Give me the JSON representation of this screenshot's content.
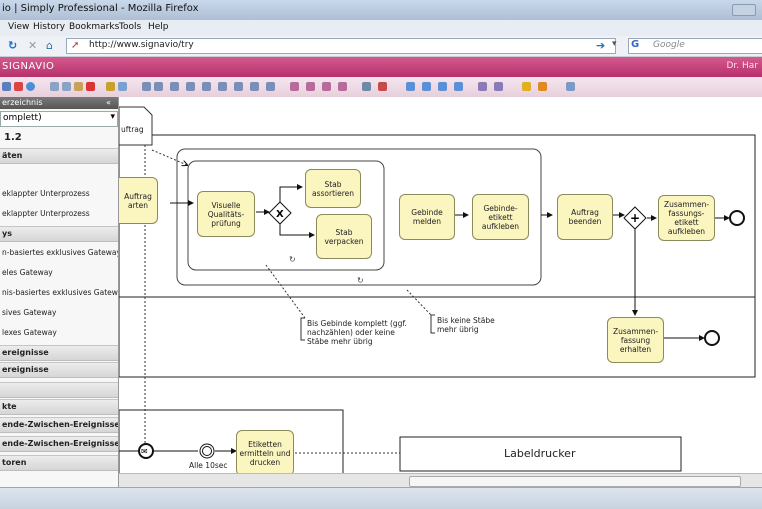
{
  "window": {
    "title": "io | Simply Professional - Mozilla Firefox"
  },
  "menu": [
    "View",
    "History",
    "Bookmarks",
    "Tools",
    "Help"
  ],
  "nav": {
    "url": "http://www.signavio/try",
    "search_placeholder": "Google",
    "search_engine": "G"
  },
  "app": {
    "logo": "SIGNAVIO",
    "user": "Dr. Har",
    "accent": "#b8306c"
  },
  "sidebar": {
    "header": "erzeichnis",
    "select": "omplett)",
    "version": "1.2",
    "categories": [
      "äten",
      "ys",
      "ereignisse",
      "ereignisse",
      "",
      "kte",
      "ende-Zwischen-Ereignisse",
      "ende-Zwischen-Ereignisse",
      "toren"
    ],
    "items_a": [
      "eklappter Unterprozess",
      "eklappter Unterprozess"
    ],
    "items_b": [
      "n-basiertes exklusives Gateway",
      "eles Gateway",
      "nis-basiertes exklusives Gateway",
      "sives Gateway",
      "lexes Gateway"
    ]
  },
  "diagram": {
    "doc_label": "uftrag",
    "tasks": {
      "auftrag_starten": "Auftrag\narten",
      "qualitaet": "Visuelle\nQualitäts-\nprüfung",
      "sortieren": "Stab\nassortieren",
      "verpacken": "Stab\nverpacken",
      "gebinde_melden": "Gebinde\nmelden",
      "etikett": "Gebinde-\netikett\naufkleben",
      "auftrag_beenden": "Auftrag\nbeenden",
      "zusammenfassung_etikett": "Zusammen-\nfassungs-\netikett\naufkleben",
      "zusammenfassung_erhalten": "Zusammen-\nfassung\nerhalten",
      "etiketten_ermitteln": "Etiketten\nermitteln und\ndrucken"
    },
    "annotations": {
      "a1": "Bis Gebinde komplett (ggf.\nnachzählen) oder keine\nStäbe mehr übrig",
      "a2": "Bis keine Stäbe\nmehr übrig",
      "timer": "Alle 10sec"
    },
    "pool_label": "Labeldrucker"
  }
}
